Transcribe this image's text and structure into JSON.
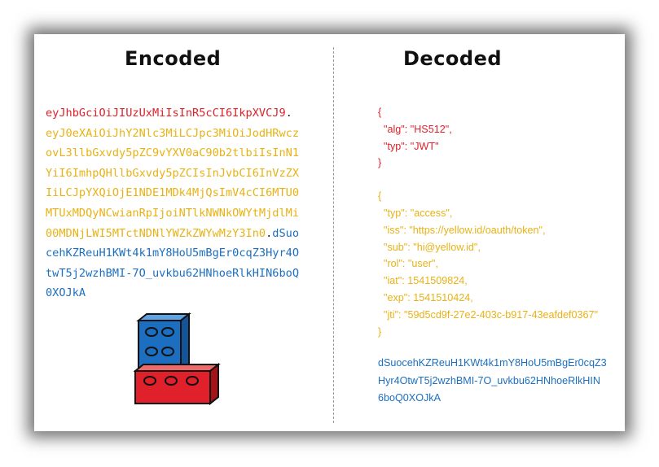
{
  "headings": {
    "encoded": "Encoded",
    "decoded": "Decoded"
  },
  "encoded": {
    "line1": {
      "red": "eyJhbGciOiJIUzUxMiIsInR5cCI6IkpXVCJ9",
      "dot": "."
    },
    "line2": "eyJ0eXAiOiJhY2Nlc3MiLCJpc3MiOiJodHRwcz",
    "line3": "ovL3llbGxvdy5pZC9vYXV0aC90b2tlbiIsInN1",
    "line4": "YiI6ImhpQHllbGxvdy5pZCIsInJvbCI6InVzZX",
    "line5": "IiLCJpYXQiOjE1NDE1MDk4MjQsImV4cCI6MTU0",
    "line6": "MTUxMDQyNCwianRpIjoiNTlkNWNkOWYtMjdlMi",
    "line7": {
      "yellow": "00MDNjLWI5MTctNDNlYWZkZWYwMzY3In0",
      "dot": ".",
      "blue": "dSuo"
    },
    "line8": "cehKZReuH1KWt4k1mY8HoU5mBgEr0cqZ3Hyr4O",
    "line9": "twT5j2wzhBMI-7O_uvkbu62HNhoeRlkHIN6boQ",
    "line10": "0XOJkA"
  },
  "decoded": {
    "header": {
      "open": "{",
      "alg": "  \"alg\": \"HS512\",",
      "typ": "  \"typ\": \"JWT\"",
      "close": "}"
    },
    "payload": {
      "open": "{",
      "typ": "  \"typ\": \"access\",",
      "iss": "  \"iss\": \"https://yellow.id/oauth/token\",",
      "sub": "  \"sub\": \"hi@yellow.id\",",
      "rol": "  \"rol\": \"user\",",
      "iat": "  \"iat\": 1541509824,",
      "exp": "  \"exp\": 1541510424,",
      "jti": "  \"jti\": \"59d5cd9f-27e2-403c-b917-43eafdef0367\"",
      "close": "}"
    },
    "signature": {
      "line1": "dSuocehKZReuH1KWt4k1mY8HoU5mBgEr0cqZ3",
      "line2": "Hyr4OtwT5j2wzhBMI-7O_uvkbu62HNhoeRlkHIN",
      "line3": "6boQ0XOJkA"
    }
  },
  "colors": {
    "header": "#e0202a",
    "payload": "#e8b215",
    "signature": "#1c6fc0",
    "lego_blue": "#1c6fc0",
    "lego_red": "#e0202a"
  },
  "icons": {
    "illustration": "lego-bricks-icon"
  }
}
